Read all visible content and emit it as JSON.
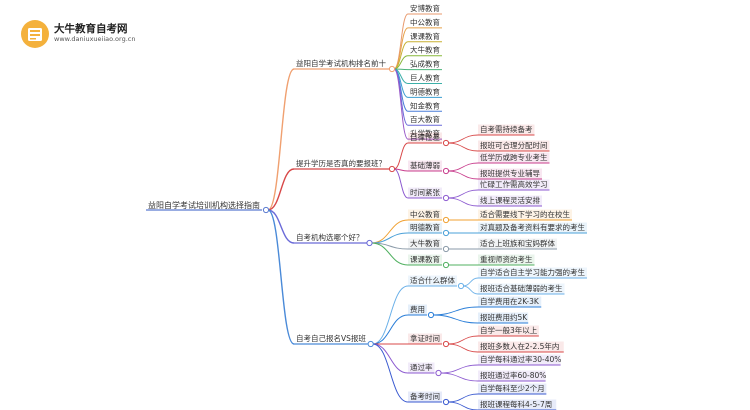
{
  "brand": {
    "title": "大牛教育自考网",
    "url": "www.daniuxueiiao.org.cn",
    "color": "#f0a020"
  },
  "mindmap": {
    "root": "益阳自学考试培训机构选择指南",
    "branches": [
      {
        "label": "益阳自学考试机构排名前十",
        "color": "#f0a070",
        "children": [
          {
            "label": "安博教育",
            "color": "#e89a6e"
          },
          {
            "label": "中公教育",
            "color": "#e6a24a"
          },
          {
            "label": "课课教育",
            "color": "#c8b034"
          },
          {
            "label": "大牛教育",
            "color": "#88b83c"
          },
          {
            "label": "弘成教育",
            "color": "#4cb27a"
          },
          {
            "label": "巨人教育",
            "color": "#3cb0a8"
          },
          {
            "label": "明德教育",
            "color": "#3c9ed0"
          },
          {
            "label": "知金教育",
            "color": "#4a7ed8"
          },
          {
            "label": "百大教育",
            "color": "#6a6ad8"
          },
          {
            "label": "升学教育",
            "color": "#9a5ac8"
          }
        ]
      },
      {
        "label": "提升学历是否真的要报班？",
        "color": "#d84848",
        "children": [
          {
            "label": "自律性差",
            "color": "#d84848",
            "children": [
              {
                "label": "自考需持续备考",
                "color": "#d84848"
              },
              {
                "label": "报班可合理分配时间",
                "color": "#d84848"
              }
            ]
          },
          {
            "label": "基础薄弱",
            "color": "#c83c8c",
            "children": [
              {
                "label": "低学历或跨专业考生",
                "color": "#c83c8c"
              },
              {
                "label": "报班提供专业辅导",
                "color": "#c83c8c"
              }
            ]
          },
          {
            "label": "时间紧张",
            "color": "#8c5ad0",
            "children": [
              {
                "label": "忙碌工作需高效学习",
                "color": "#8c5ad0"
              },
              {
                "label": "线上课程灵活安排",
                "color": "#8c5ad0"
              }
            ]
          }
        ]
      },
      {
        "label": "自考机构选哪个好？",
        "color": "#6a6ad8",
        "children": [
          {
            "label": "中公教育",
            "color": "#f0a030",
            "children": [
              {
                "label": "适合需要线下学习的在校生",
                "color": "#f0a030"
              }
            ]
          },
          {
            "label": "明德教育",
            "color": "#4aa0d8",
            "children": [
              {
                "label": "对真题及备考资料有要求的考生",
                "color": "#4aa0d8"
              }
            ]
          },
          {
            "label": "大牛教育",
            "color": "#8a9aa8",
            "children": [
              {
                "label": "适合上班族和宝妈群体",
                "color": "#8a9aa8"
              }
            ]
          },
          {
            "label": "课课教育",
            "color": "#50b060",
            "children": [
              {
                "label": "重视师资的考生",
                "color": "#50b060"
              }
            ]
          }
        ]
      },
      {
        "label": "自考自己报名VS报班",
        "color": "#4a8ad8",
        "children": [
          {
            "label": "适合什么群体",
            "color": "#6ab0e8",
            "children": [
              {
                "label": "自学适合自主学习能力强的考生",
                "color": "#6ab0e8"
              },
              {
                "label": "报班适合基础薄弱的考生",
                "color": "#6ab0e8"
              }
            ]
          },
          {
            "label": "费用",
            "color": "#2a7ed8",
            "children": [
              {
                "label": "自学费用在2K-3K",
                "color": "#2a7ed8"
              },
              {
                "label": "报班费用约5K",
                "color": "#2a7ed8"
              }
            ]
          },
          {
            "label": "拿证时间",
            "color": "#d84848",
            "children": [
              {
                "label": "自学一般3年以上",
                "color": "#d84848"
              },
              {
                "label": "报班多数人在2-2.5年内",
                "color": "#d84848"
              }
            ]
          },
          {
            "label": "通过率",
            "color": "#8c5ad0",
            "children": [
              {
                "label": "自学每科通过率30-40%",
                "color": "#8c5ad0"
              },
              {
                "label": "报班通过率60-80%",
                "color": "#8c5ad0"
              }
            ]
          },
          {
            "label": "备考时间",
            "color": "#3a5ad0",
            "children": [
              {
                "label": "自学每科至少2个月",
                "color": "#3a5ad0"
              },
              {
                "label": "报班课程每科4-5-7周",
                "color": "#3a5ad0"
              }
            ]
          }
        ]
      }
    ]
  }
}
